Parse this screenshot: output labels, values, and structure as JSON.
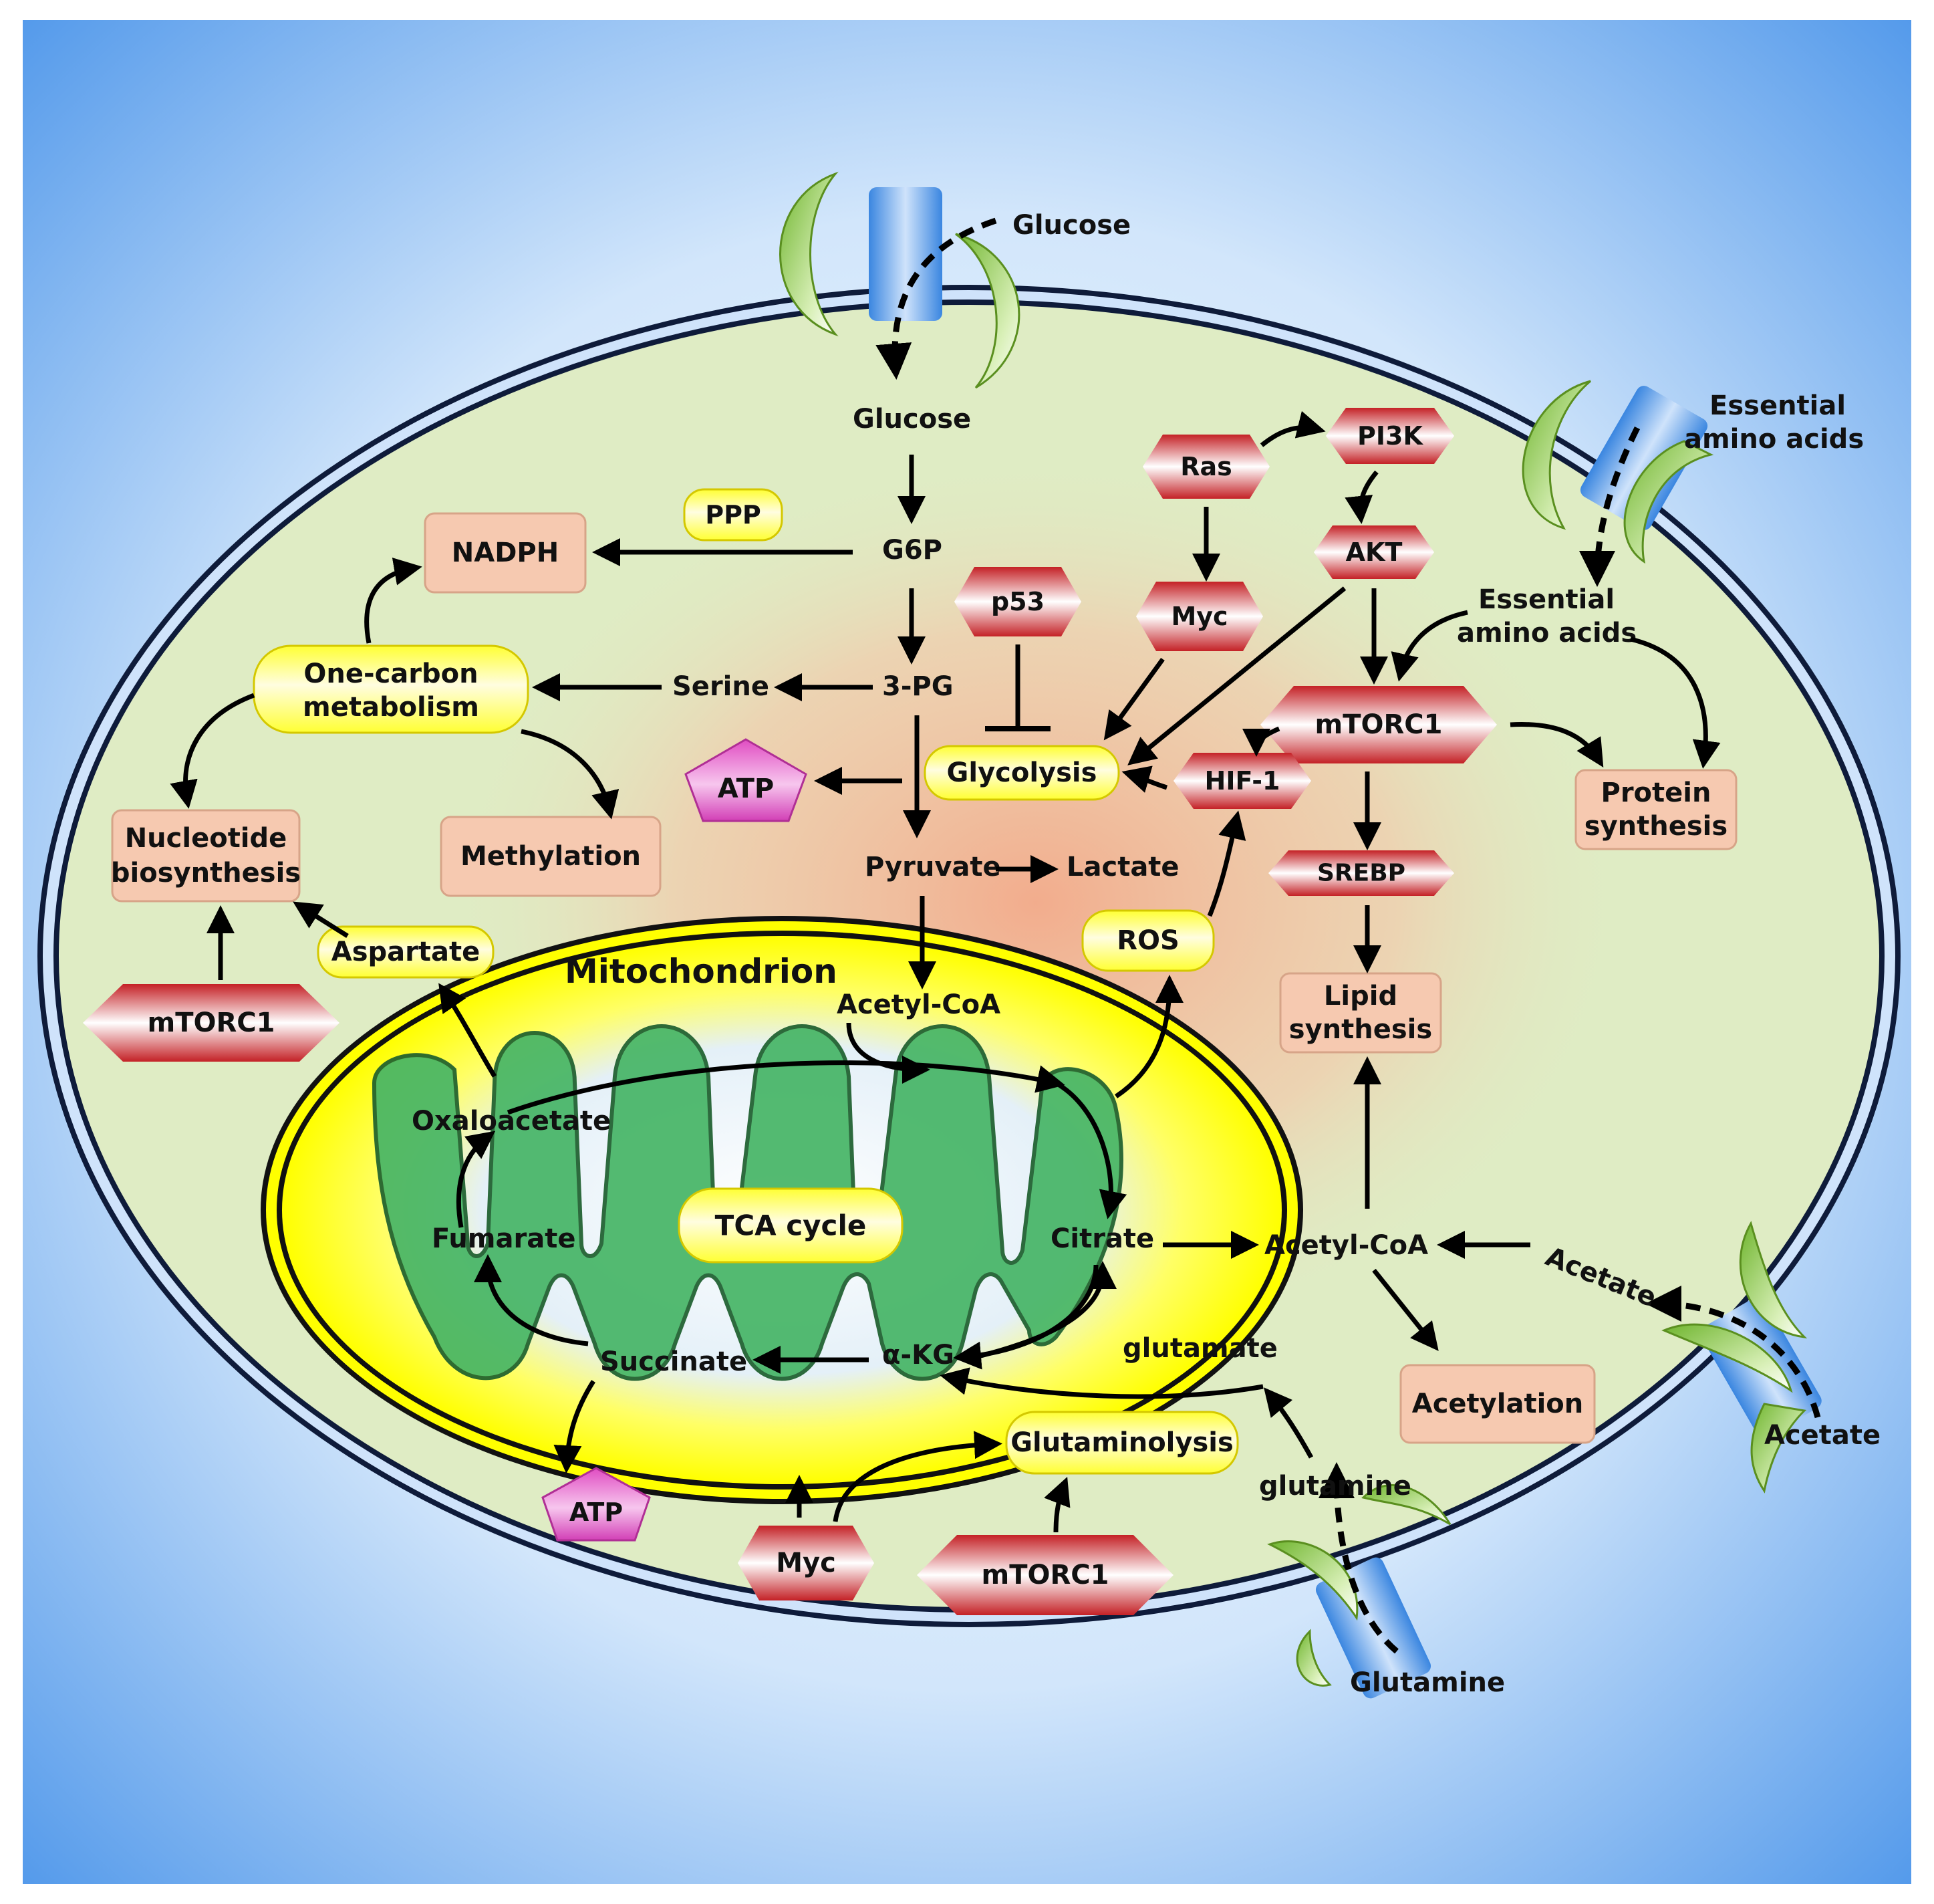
{
  "colors": {
    "background_edge": "#4f97ea",
    "background_center": "#e8f2fd",
    "cytoplasm": "#dfecc4",
    "cytoplasm_glow": "#f1b899",
    "membrane": "#0e1b3a",
    "mito_outer": "#ffff00",
    "cristae": "#46b566",
    "process_box": "#f6c9b0",
    "yellow_pill": "#ffff33",
    "signal_red": "#c8252a",
    "atp_pink": "#e14fc4",
    "transporter_green": "#86c24a",
    "transporter_blue": "#4a8fe2"
  },
  "icons": [
    "glucose-transporter-icon",
    "amino-acid-transporter-icon",
    "acetate-transporter-icon",
    "glutamine-transporter-icon"
  ],
  "extracellular": {
    "glucose": "Glucose",
    "amino_acids_1": "Essential",
    "amino_acids_2": "amino acids",
    "acetate": "Acetate",
    "glutamine": "Glutamine"
  },
  "metabolites": {
    "glucose": "Glucose",
    "g6p": "G6P",
    "pg3": "3-PG",
    "serine": "Serine",
    "pyruvate": "Pyruvate",
    "lactate": "Lactate",
    "acetyl_coa_mito": "Acetyl-CoA",
    "acetyl_coa_cyto": "Acetyl-CoA",
    "oxaloacetate": "Oxaloacetate",
    "fumarate": "Fumarate",
    "citrate": "Citrate",
    "succinate": "Succinate",
    "akg": "α-KG",
    "glutamate": "glutamate",
    "glutamine": "glutamine",
    "acetate": "Acetate",
    "amino_acids_1": "Essential",
    "amino_acids_2": "amino acids"
  },
  "mitochondrion_title": "Mitochondrion",
  "process_boxes": {
    "nadph": "NADPH",
    "nucleotide_1": "Nucleotide",
    "nucleotide_2": "biosynthesis",
    "methylation": "Methylation",
    "protein_1": "Protein",
    "protein_2": "synthesis",
    "lipid_1": "Lipid",
    "lipid_2": "synthesis",
    "acetylation": "Acetylation"
  },
  "pathway_pills": {
    "ppp": "PPP",
    "one_carbon_1": "One-carbon",
    "one_carbon_2": "metabolism",
    "glycolysis": "Glycolysis",
    "aspartate": "Aspartate",
    "ros": "ROS",
    "tca": "TCA cycle",
    "glutaminolysis": "Glutaminolysis"
  },
  "signals": {
    "ras": "Ras",
    "pi3k": "PI3K",
    "akt": "AKT",
    "myc_top": "Myc",
    "p53": "p53",
    "mtorc1_main": "mTORC1",
    "hif1": "HIF-1",
    "srebp": "SREBP",
    "mtorc1_left": "mTORC1",
    "myc_bottom": "Myc",
    "mtorc1_bottom": "mTORC1"
  },
  "atp": {
    "top": "ATP",
    "bottom": "ATP"
  }
}
